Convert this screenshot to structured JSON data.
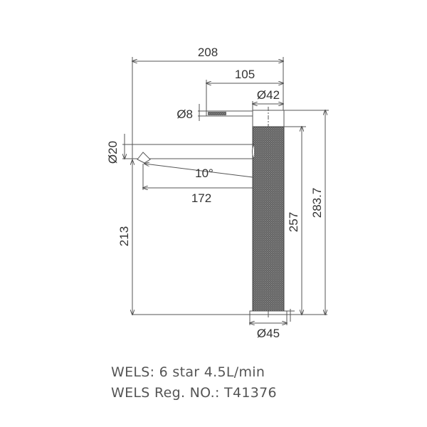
{
  "drawing": {
    "dimensions": {
      "overall_width": "208",
      "handle_to_center": "105",
      "handle_cap_diameter": "Ø42",
      "handle_lever_diameter": "Ø8",
      "spout_diameter": "Ø20",
      "spout_angle": "10°",
      "spout_reach": "172",
      "spout_height": "213",
      "body_height": "257",
      "overall_height": "283.7",
      "base_diameter": "Ø45"
    },
    "colors": {
      "line": "#555555",
      "knurl": "#4a4a4a",
      "text": "#333333"
    }
  },
  "footer": {
    "wels_rating": "WELS: 6 star 4.5L/min",
    "wels_reg": "WELS Reg. NO.: T41376"
  }
}
